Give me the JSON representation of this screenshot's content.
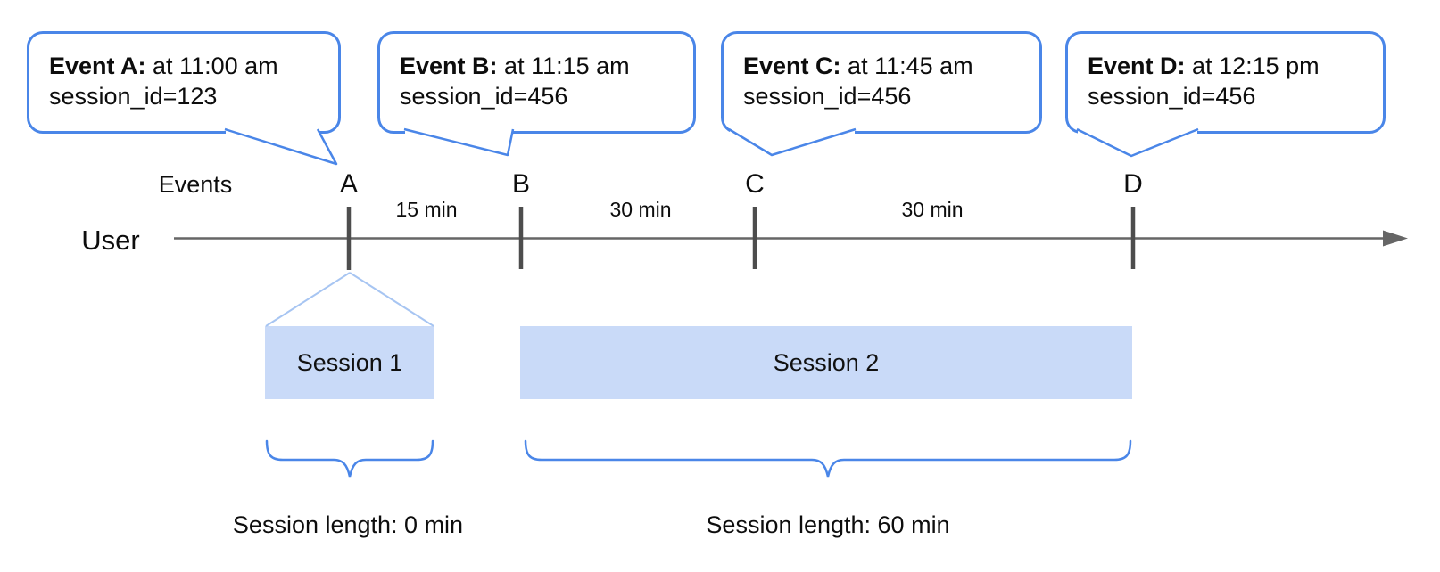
{
  "diagram": {
    "events_axis_label": "Events",
    "user_label": "User",
    "bubbles": [
      {
        "letter": "A",
        "title": "Event A:",
        "time": "at 11:00 am",
        "session_id": "session_id=123"
      },
      {
        "letter": "B",
        "title": "Event B:",
        "time": "at 11:15 am",
        "session_id": "session_id=456"
      },
      {
        "letter": "C",
        "title": "Event C:",
        "time": "at 11:45 am",
        "session_id": "session_id=456"
      },
      {
        "letter": "D",
        "title": "Event D:",
        "time": "at 12:15 pm",
        "session_id": "session_id=456"
      }
    ],
    "intervals": [
      {
        "label": "15 min"
      },
      {
        "label": "30 min"
      },
      {
        "label": "30 min"
      }
    ],
    "sessions": [
      {
        "name": "Session 1",
        "length_label": "Session length: 0 min"
      },
      {
        "name": "Session 2",
        "length_label": "Session length: 60 min"
      }
    ],
    "colors": {
      "bubble_border": "#4a86e8",
      "session_fill": "#c9daf8",
      "funnel_line": "#a7c5f2",
      "timeline": "#666666",
      "tick": "#4d4d4d",
      "brace": "#4a86e8",
      "text": "#0d0d0d"
    }
  }
}
